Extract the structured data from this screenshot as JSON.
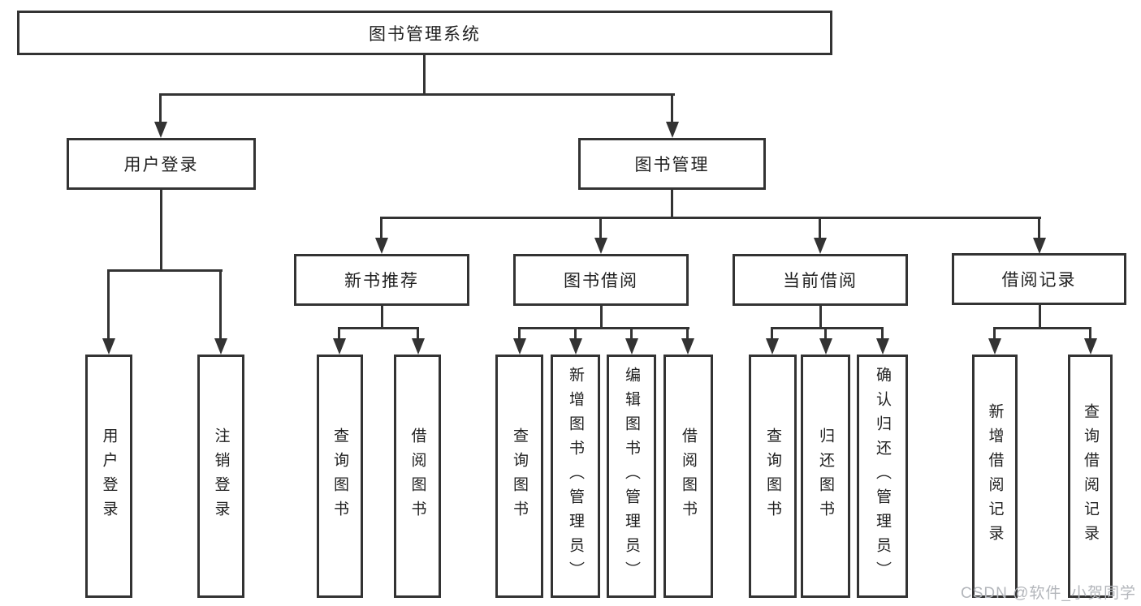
{
  "diagram": {
    "root": {
      "label": "图书管理系统"
    },
    "level2": {
      "user_login": {
        "label": "用户登录"
      },
      "book_management": {
        "label": "图书管理"
      }
    },
    "level3": {
      "new_book_recommend": {
        "label": "新书推荐"
      },
      "book_borrow": {
        "label": "图书借阅"
      },
      "current_borrow": {
        "label": "当前借阅"
      },
      "borrow_records": {
        "label": "借阅记录"
      }
    },
    "leaves": {
      "user_login_children": [
        {
          "label": "用户登录"
        },
        {
          "label": "注销登录"
        }
      ],
      "new_book_recommend_children": [
        {
          "label": "查询图书"
        },
        {
          "label": "借阅图书"
        }
      ],
      "book_borrow_children": [
        {
          "label": "查询图书"
        },
        {
          "label": "新增图书（管理员）"
        },
        {
          "label": "编辑图书（管理员）"
        },
        {
          "label": "借阅图书"
        }
      ],
      "current_borrow_children": [
        {
          "label": "查询图书"
        },
        {
          "label": "归还图书"
        },
        {
          "label": "确认归还（管理员）"
        }
      ],
      "borrow_records_children": [
        {
          "label": "新增借阅记录"
        },
        {
          "label": "查询借阅记录"
        }
      ]
    }
  },
  "watermark": {
    "text": "CSDN @软件_小贺同学"
  },
  "colors": {
    "line": "#333333",
    "text": "#1f1f1f",
    "background": "#ffffff",
    "watermark": "#b3b6bb"
  }
}
